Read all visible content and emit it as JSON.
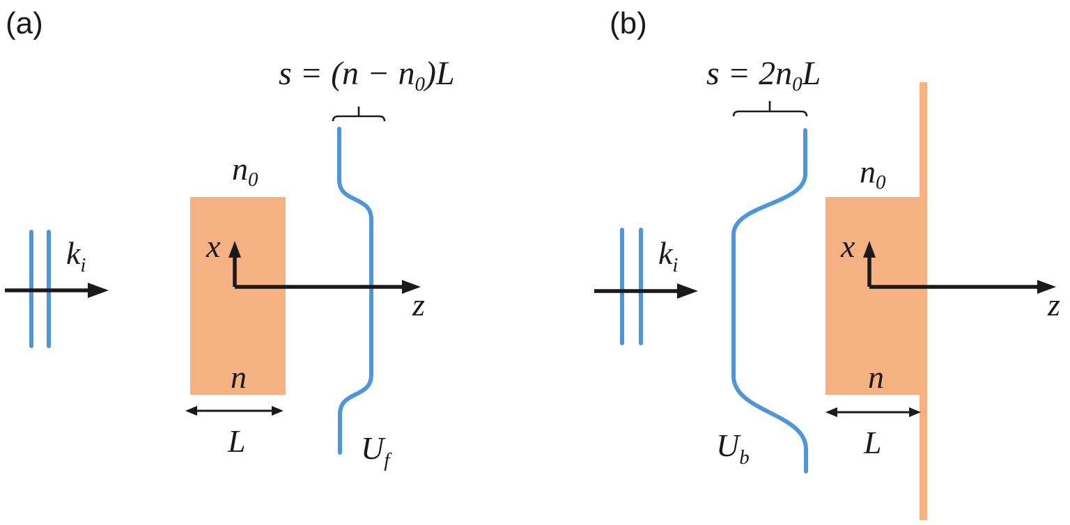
{
  "figure": {
    "colors": {
      "wave_blue": "#4f96d8",
      "slab_orange": "#f6b183",
      "ink": "#1a1a1a"
    },
    "panel_a": {
      "label": "(a)",
      "shift_formula": {
        "pre": "s = (n − n",
        "sub": "0",
        "post": ")L"
      },
      "surround_index": {
        "base": "n",
        "sub": "0"
      },
      "slab_index": "n",
      "x_axis": "x",
      "z_axis": "z",
      "wavevector": {
        "base": "k",
        "sub": "i"
      },
      "thickness": "L",
      "field": {
        "base": "U",
        "sub": "f"
      }
    },
    "panel_b": {
      "label": "(b)",
      "shift_formula": {
        "pre": "s = 2n",
        "sub": "0",
        "post": "L"
      },
      "surround_index": {
        "base": "n",
        "sub": "0"
      },
      "slab_index": "n",
      "x_axis": "x",
      "z_axis": "z",
      "wavevector": {
        "base": "k",
        "sub": "i"
      },
      "thickness": "L",
      "field": {
        "base": "U",
        "sub": "b"
      }
    }
  }
}
